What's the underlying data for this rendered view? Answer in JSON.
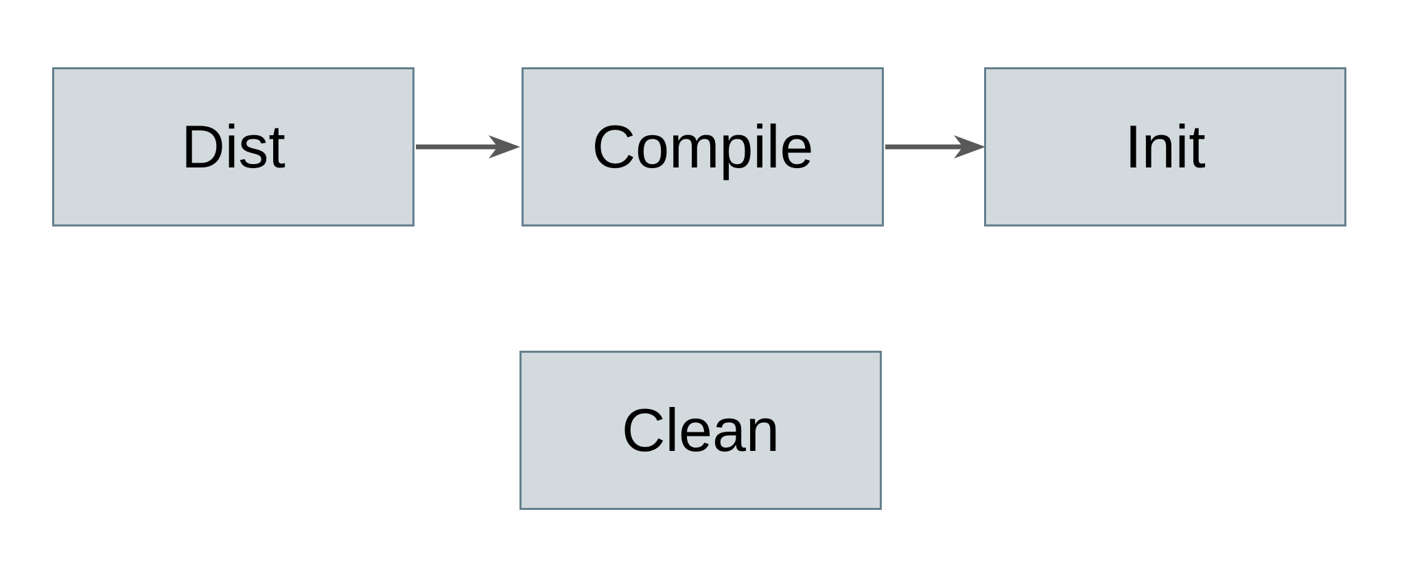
{
  "diagram": {
    "nodes": [
      {
        "id": "dist",
        "label": "Dist"
      },
      {
        "id": "compile",
        "label": "Compile"
      },
      {
        "id": "init",
        "label": "Init"
      },
      {
        "id": "clean",
        "label": "Clean"
      }
    ],
    "edges": [
      {
        "from": "dist",
        "to": "compile",
        "direction": "right"
      },
      {
        "from": "compile",
        "to": "init",
        "direction": "right"
      }
    ]
  },
  "colors": {
    "background": "#ffffff",
    "node_fill": "#d2dadd",
    "node_border": "#65808e",
    "arrow": "#595959",
    "text": "#000000"
  }
}
